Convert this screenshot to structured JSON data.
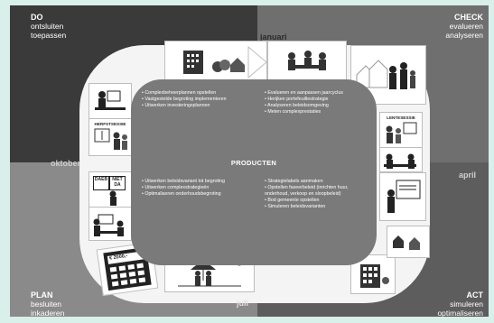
{
  "quadrants": {
    "do": {
      "title": "DO",
      "line1": "ontsluiten",
      "line2": "toepassen"
    },
    "check": {
      "title": "CHECK",
      "line1": "evalueren",
      "line2": "analyseren"
    },
    "plan": {
      "title": "PLAN",
      "line1": "besluiten",
      "line2": "inkaderen"
    },
    "act": {
      "title": "ACT",
      "line1": "simuleren",
      "line2": "optimaliseren"
    }
  },
  "months": {
    "january": "januari",
    "october": "oktober",
    "april": "april",
    "july": "juli"
  },
  "center": {
    "title": "PRODUCTEN",
    "top_left": [
      "Complexbeheerplannen opstellen",
      "Vastgestelde begroting implementeren",
      "Uitwerken investeringsplannen"
    ],
    "top_right": [
      "Evalueren en aanpassen jaarcyclus",
      "Herijken portefeuillestrategie",
      "Analyseren beleidsomgeving",
      "Meten complexprestaties"
    ],
    "bottom_left": [
      "Uitwerken beleidsvariant tot begroting",
      "Uitwerken complexstrategieën",
      "Optimaliseren onderhoudsbegroting"
    ],
    "bottom_right": [
      "Strategielabels aanmaken",
      "Opstellen faseerbeleid (inrichten huur, onderhoud, verkoop en sloopbeleid)",
      "Bod gemeente opstellen",
      "Simuleren beleidsvarianten"
    ]
  },
  "tiles": {
    "herfstsessie": "HERFSTSESSIE",
    "lentesessie": "LENTESESSIE",
    "board_left": "DAEB",
    "board_right": "NIET DA",
    "calculator": "€ 2000,-"
  }
}
